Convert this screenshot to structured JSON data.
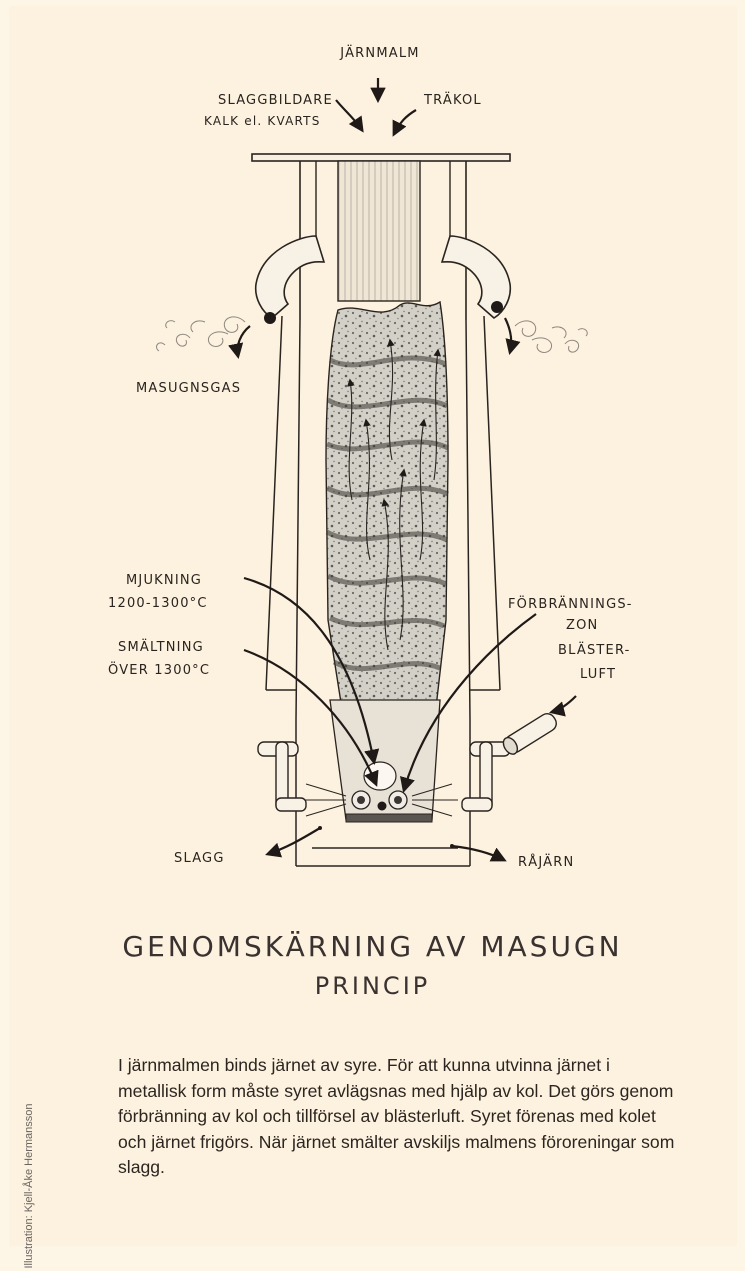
{
  "diagram": {
    "labels": {
      "iron_ore": "JÄRNMALM",
      "slag_former_1": "SLAGGBILDARE",
      "slag_former_2": "KALK el. KVARTS",
      "charcoal": "TRÄKOL",
      "furnace_gas": "MASUGNSGAS",
      "softening_1": "MJUKNING",
      "softening_2": "1200-1300°C",
      "melting_1": "SMÄLTNING",
      "melting_2": "ÖVER 1300°C",
      "combustion_1": "FÖRBRÄNNINGS-",
      "combustion_2": "ZON",
      "blast_1": "BLÄSTER-",
      "blast_2": "LUFT",
      "slag": "SLAGG",
      "pig_iron": "RÅJÄRN"
    }
  },
  "title": {
    "line1": "GENOMSKÄRNING AV MASUGN",
    "line2": "PRINCIP"
  },
  "caption": "I järnmalmen binds järnet av syre. För att kunna utvinna järnet i metallisk form måste syret avlägsnas med hjälp av kol. Det görs genom förbränning av kol och tillförsel av blästerluft. Syret förenas med kolet och järnet frigörs. När järnet smälter avskiljs malmens föroreningar som slagg.",
  "credit": "Illustration: Kjell-Åke Hermansson"
}
